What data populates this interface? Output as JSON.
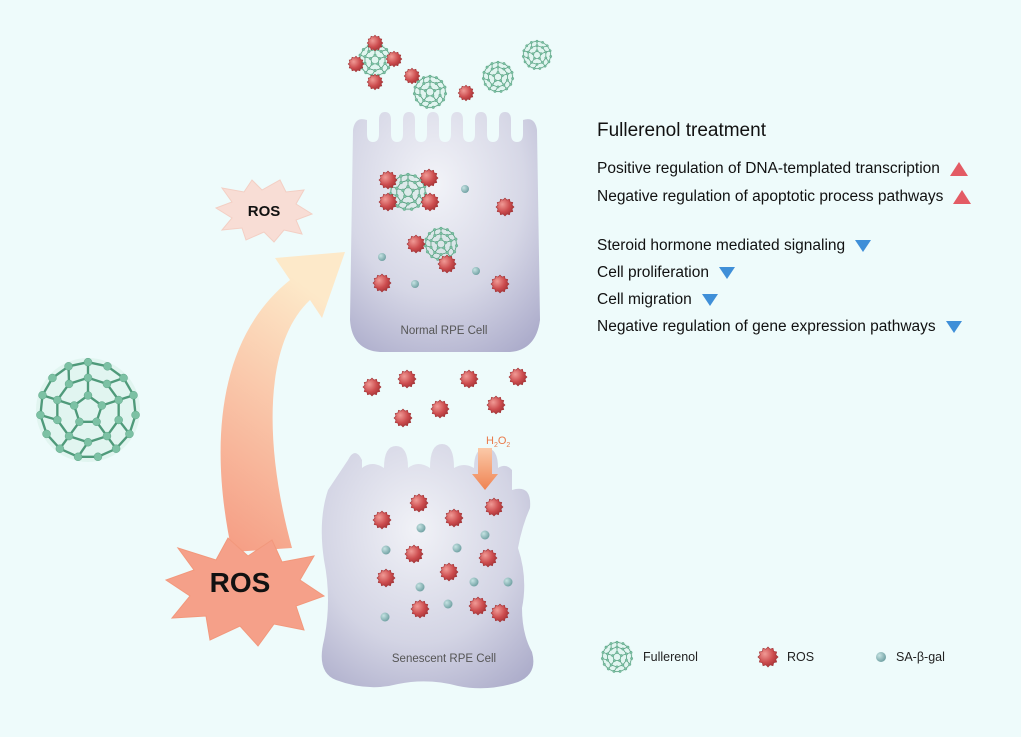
{
  "colors": {
    "background": "#eefbfb",
    "cell_fill": "#c9c9df",
    "ros": "#c94a4c",
    "sa_beta_gal": "#8ab7b8",
    "fullerenol": "#66aa8e",
    "arrow_start": "#f59b82",
    "arrow_end": "#fce8c8",
    "burst": "#f5a089",
    "h2o2_arrow": "#ee8454",
    "up_marker": "#e35b64",
    "down_marker": "#3f8fd8"
  },
  "labels": {
    "ros_large": "ROS",
    "ros_small": "ROS",
    "normal_cell": "Normal RPE Cell",
    "senescent_cell": "Senescent RPE Cell",
    "h2o2_base": "H",
    "h2o2_sub1": "2",
    "h2o2_mid": "O",
    "h2o2_sub2": "2"
  },
  "panel": {
    "title": "Fullerenol treatment",
    "upregulated": [
      {
        "text": "Positive regulation of DNA-templated transcription",
        "marker": "up-triangle"
      },
      {
        "text": "Negative regulation of apoptotic process pathways",
        "marker": "up-triangle"
      }
    ],
    "downregulated": [
      {
        "text": "Steroid hormone mediated signaling",
        "marker": "down-triangle"
      },
      {
        "text": "Cell proliferation",
        "marker": "down-triangle"
      },
      {
        "text": "Cell migration",
        "marker": "down-triangle"
      },
      {
        "text": "Negative regulation of gene expression pathways",
        "marker": "down-triangle"
      }
    ]
  },
  "legend": [
    {
      "label": "Fullerenol",
      "icon": "fullerenol-icon"
    },
    {
      "label": "ROS",
      "icon": "ros-icon"
    },
    {
      "label": "SA-β-gal",
      "icon": "sa-beta-gal-icon"
    }
  ]
}
